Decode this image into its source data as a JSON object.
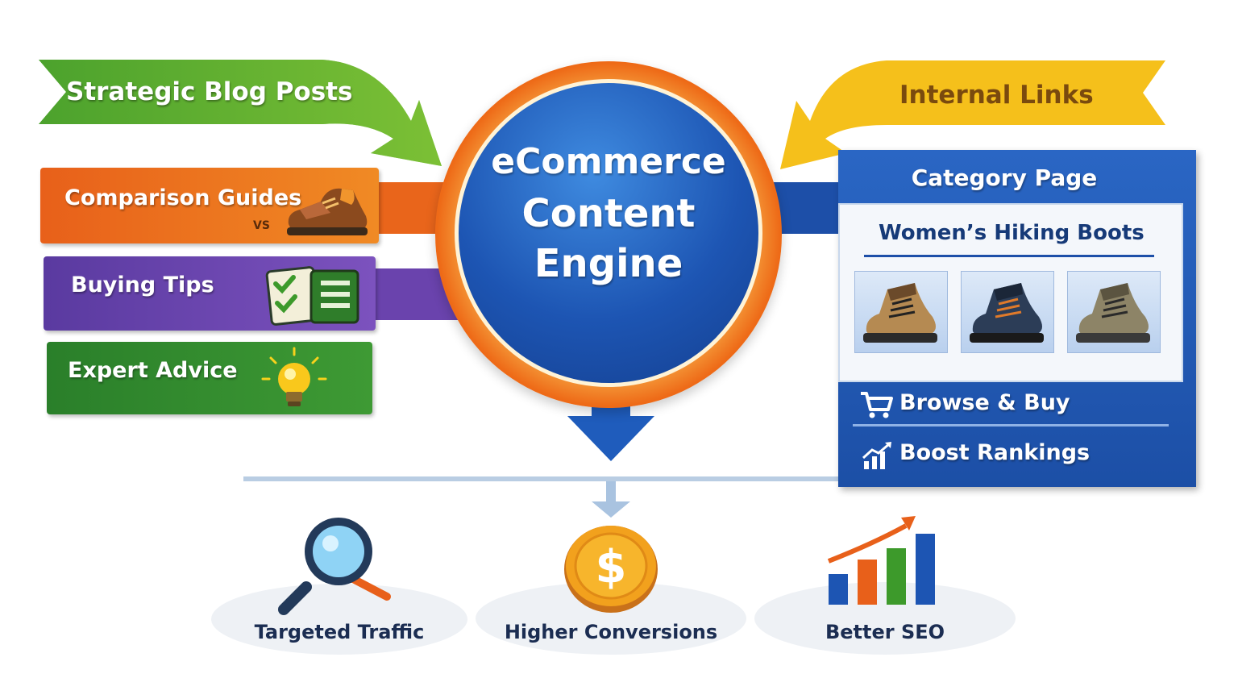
{
  "arrows": {
    "left": "Strategic Blog Posts",
    "right": "Internal Links"
  },
  "content_types": [
    {
      "label": "Comparison Guides",
      "sublabel": "VS",
      "icon": "hiking-shoe-icon",
      "color": "#e8601a"
    },
    {
      "label": "Buying Tips",
      "icon": "checklist-icon",
      "color": "#6a43ad"
    },
    {
      "label": "Expert Advice",
      "icon": "lightbulb-icon",
      "color": "#2f8a2f"
    }
  ],
  "engine": {
    "line1": "eCommerce",
    "line2": "Content",
    "line3": "Engine",
    "color": "#1d55b3",
    "ring": "#ee6a17"
  },
  "category_page": {
    "title": "Category Page",
    "subtitle": "Women’s Hiking Boots",
    "products": [
      "tan-boot-icon",
      "navy-boot-icon",
      "olive-boot-icon"
    ],
    "actions": [
      {
        "label": "Browse & Buy",
        "icon": "shopping-cart-icon"
      },
      {
        "label": "Boost Rankings",
        "icon": "growth-chart-icon"
      }
    ]
  },
  "outcomes": [
    {
      "label": "Targeted Traffic",
      "icon": "magnifying-glass-icon"
    },
    {
      "label": "Higher Conversions",
      "icon": "dollar-coin-icon"
    },
    {
      "label": "Better SEO",
      "icon": "bar-chart-growth-icon"
    }
  ]
}
